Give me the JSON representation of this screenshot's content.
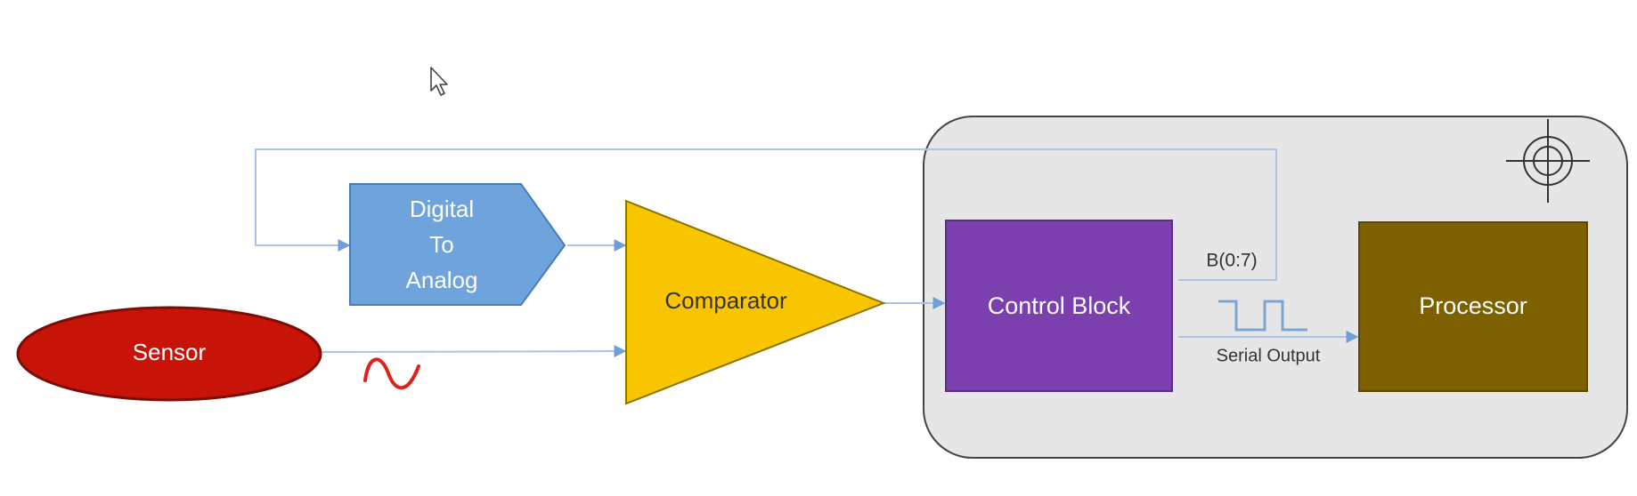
{
  "diagram": {
    "sensor_label": "Sensor",
    "dac_label_lines": [
      "Digital",
      "To",
      "Analog"
    ],
    "comparator_label": "Comparator",
    "control_block_label": "Control Block",
    "processor_label": "Processor",
    "bus_label": "B(0:7)",
    "serial_output_label": "Serial Output"
  },
  "colors": {
    "sensor": "#c81408",
    "dac": "#6ea3db",
    "comparator": "#f8c500",
    "control_block": "#7b3fae",
    "processor": "#7d6000",
    "container": "#e6e6e6",
    "connector": "#8fb0d8",
    "signal_wave": "#e0201a"
  }
}
